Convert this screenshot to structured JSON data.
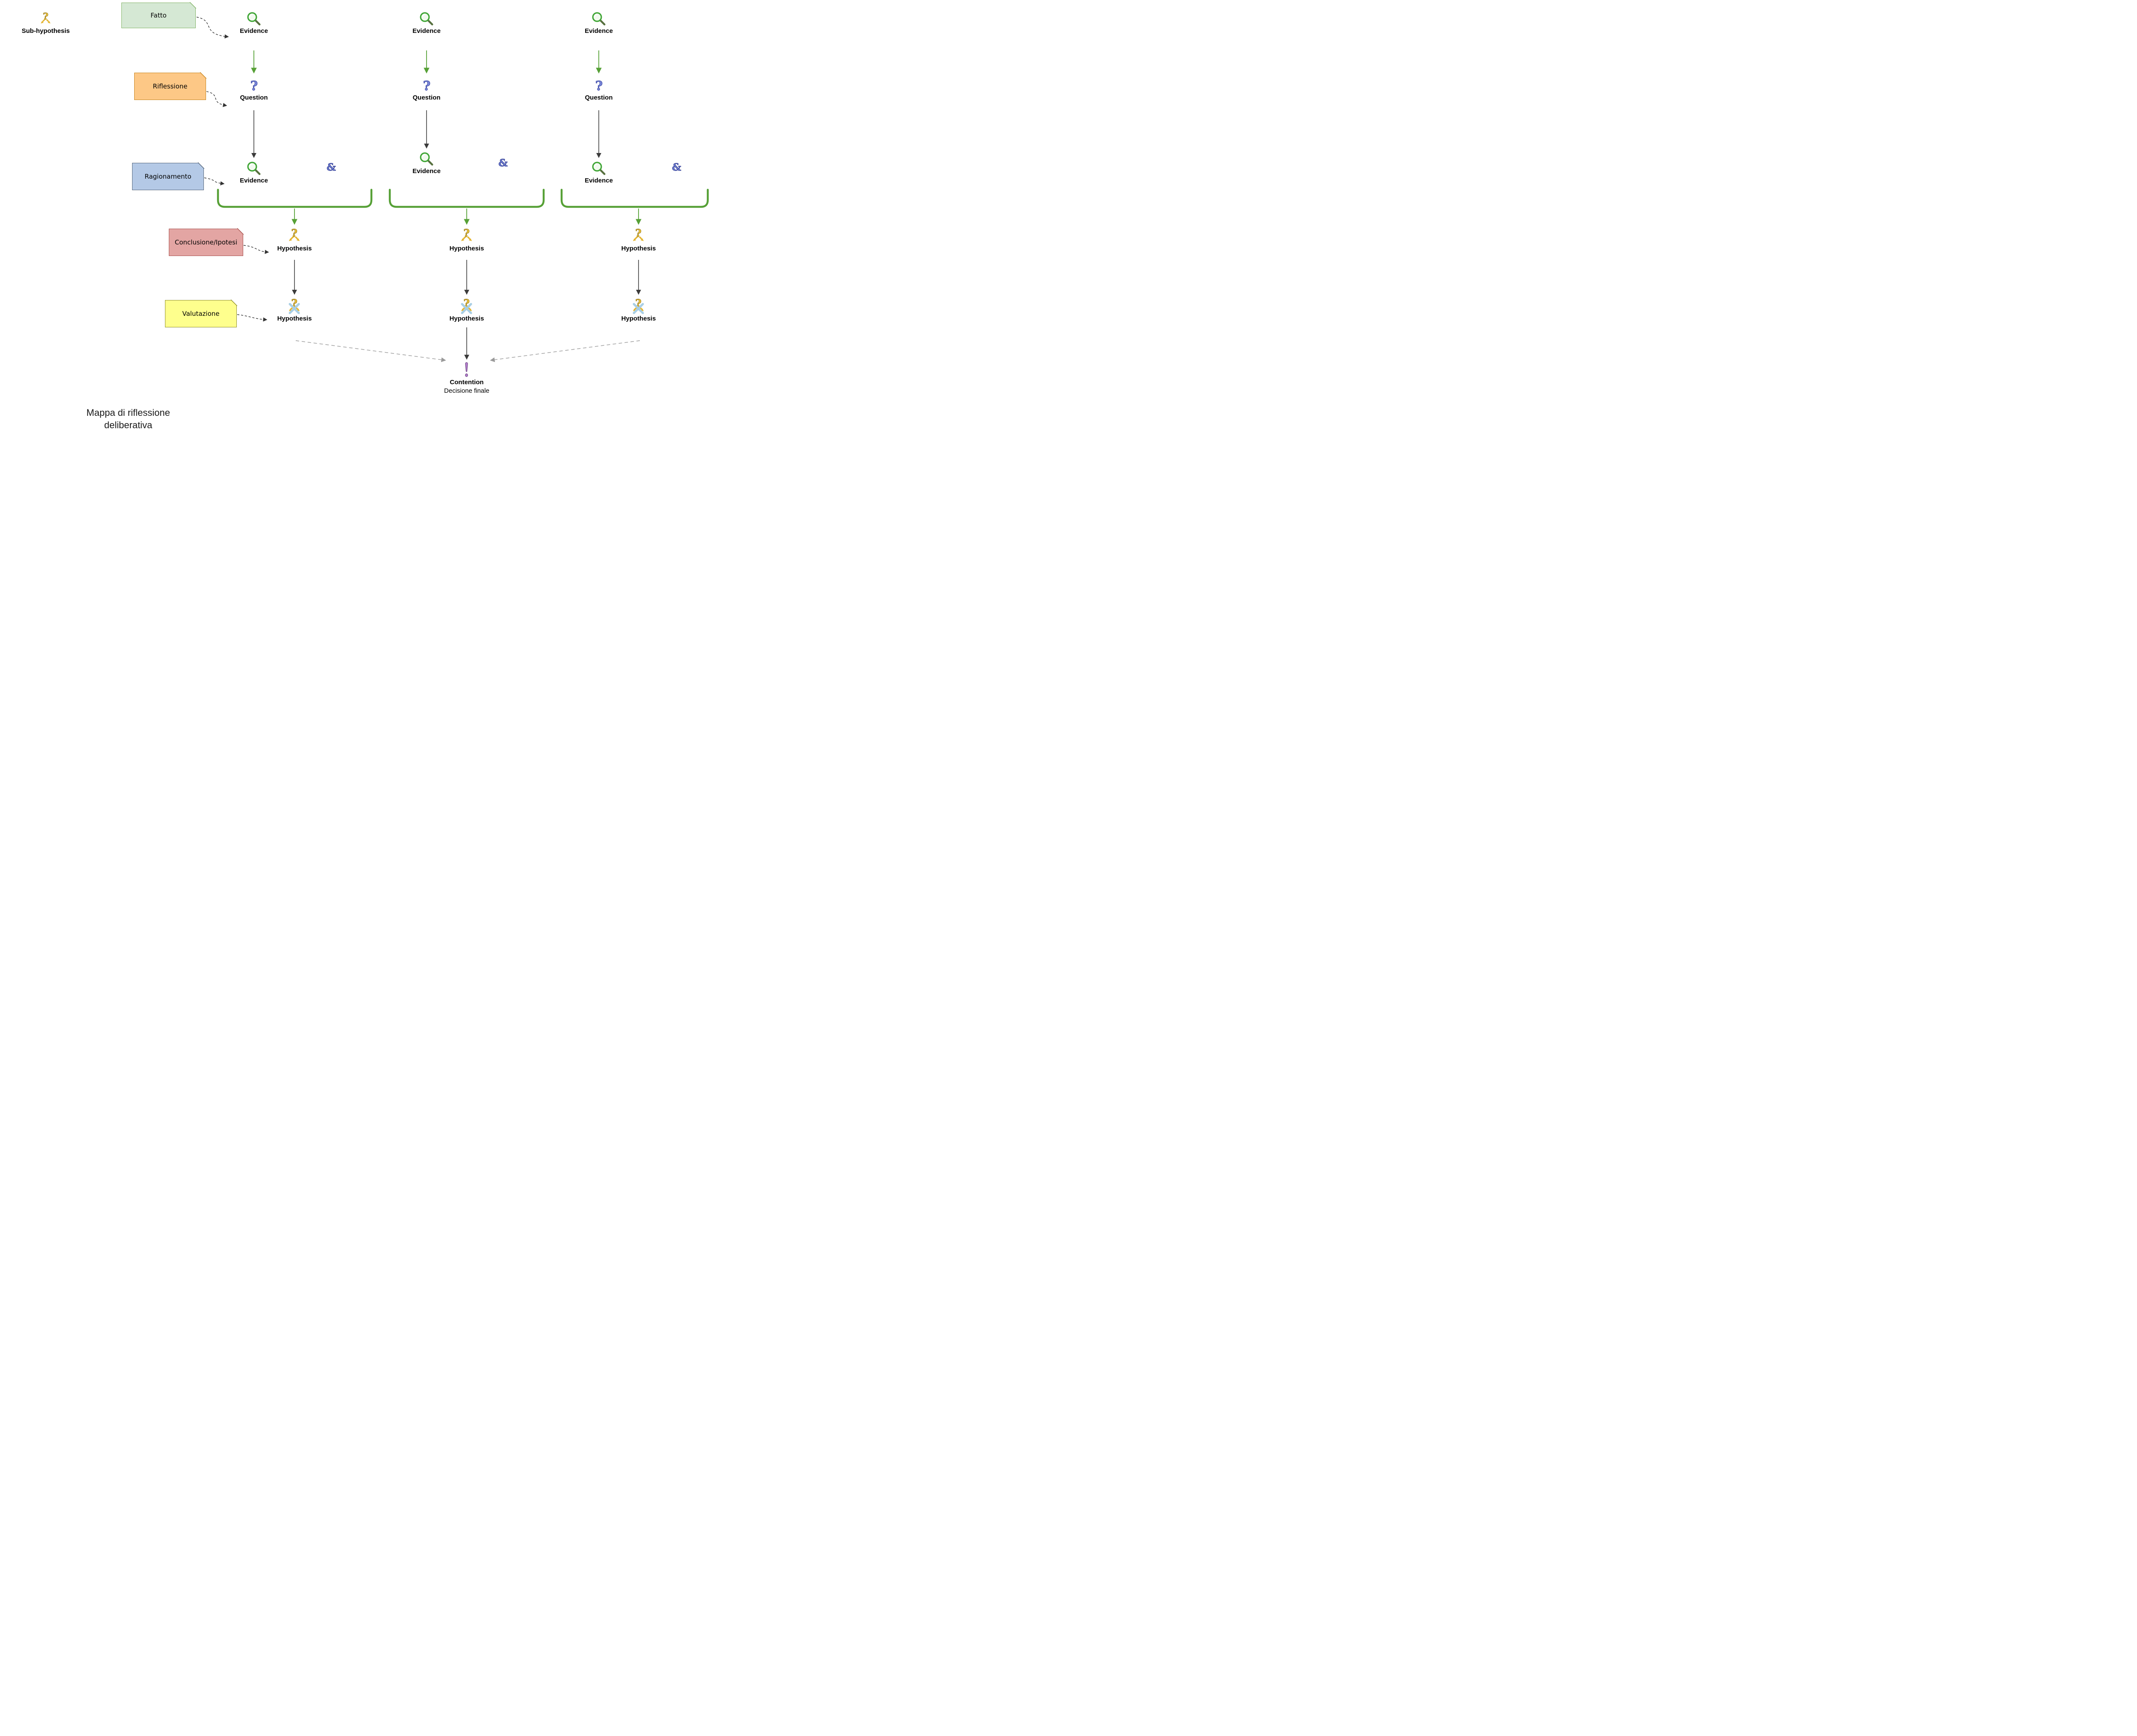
{
  "title": "Mappa di riflessione deliberativa",
  "legend": {
    "label": "Sub-hypothesis"
  },
  "notes": [
    {
      "label": "Fatto",
      "fill": "#d5e8d4",
      "border": "#82b366"
    },
    {
      "label": "Riflessione",
      "fill": "#fdc886",
      "border": "#c8841d"
    },
    {
      "label": "Ragionamento",
      "fill": "#b4c9e6",
      "border": "#53647a"
    },
    {
      "label": "Conclusione/Ipotesi",
      "fill": "#e3a5a3",
      "border": "#a8504c"
    },
    {
      "label": "Valutazione",
      "fill": "#feff8d",
      "border": "#8f8f2a"
    }
  ],
  "columns": [
    {
      "evidence_top": "Evidence",
      "question": "Question",
      "evidence_mid": "Evidence",
      "amp": "&",
      "hypothesis": "Hypothesis",
      "hypothesis_eval": "Hypothesis"
    },
    {
      "evidence_top": "Evidence",
      "question": "Question",
      "evidence_mid": "Evidence",
      "amp": "&",
      "hypothesis": "Hypothesis",
      "hypothesis_eval": "Hypothesis"
    },
    {
      "evidence_top": "Evidence",
      "question": "Question",
      "evidence_mid": "Evidence",
      "amp": "&",
      "hypothesis": "Hypothesis",
      "hypothesis_eval": "Hypothesis"
    }
  ],
  "contention": {
    "label": "Contention",
    "subtitle": "Decisione finale"
  },
  "icons": {
    "magnifier": "magnifier-icon",
    "question": "question-mark-icon",
    "hypothesis": "hypothesis-branch-icon",
    "hypothesis_crossed": "crossed-hypothesis-icon",
    "contention": "exclamation-icon",
    "ampersand": "ampersand-icon",
    "sub_hypothesis": "sub-hypothesis-icon"
  },
  "colors": {
    "arrow_green": "#56a036",
    "arrow_dark": "#3b3b3b",
    "arrow_gray": "#9a9a9a",
    "bracket_green": "#56a036",
    "icon_yellow": "#e3b32c",
    "icon_blue": "#7b88d8",
    "icon_purple": "#b681cf",
    "magnifier_green": "#3fa535",
    "cross_light_blue": "#a9cfe5"
  }
}
